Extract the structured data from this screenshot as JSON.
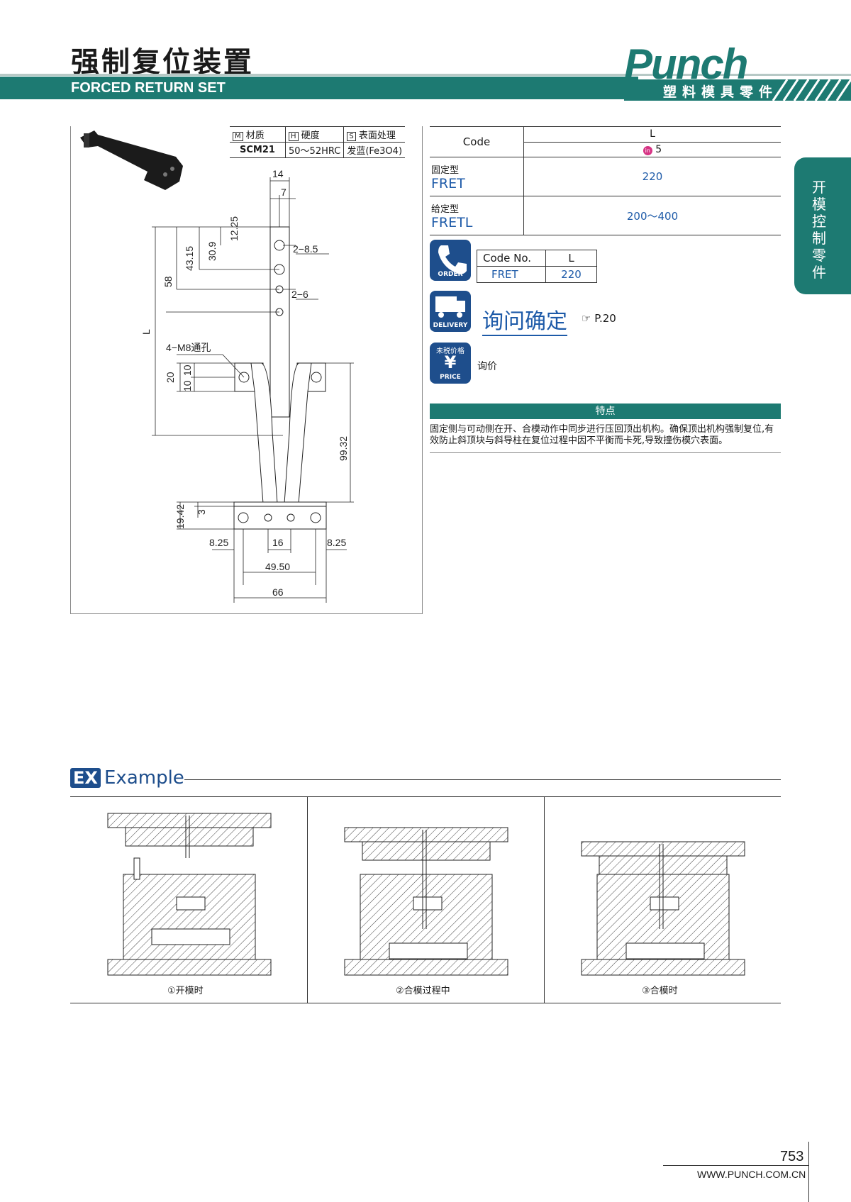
{
  "header": {
    "title_cn": "强制复位装置",
    "title_en": "FORCED RETURN SET",
    "brand": "Punch",
    "brand_sub": "塑料模具零件"
  },
  "side_tab": "开模控制零件",
  "material": {
    "headers": [
      "材质",
      "硬度",
      "表面处理"
    ],
    "values": [
      "SCM21",
      "50～52HRC",
      "发蓝(Fe3O4)"
    ]
  },
  "drawing": {
    "dims": [
      "14",
      "7",
      "2−8.5",
      "2−6",
      "58",
      "43.15",
      "30.9",
      "12.25",
      "L",
      "4−M8通孔",
      "20",
      "10",
      "10",
      "99.32",
      "19.42",
      "3",
      "8.25",
      "16",
      "8.25",
      "49.50",
      "66"
    ]
  },
  "spec": {
    "code_header": "Code",
    "l_header": "L",
    "l_unit_note": "5",
    "rows": [
      {
        "type": "固定型",
        "code": "FRET",
        "l": "220"
      },
      {
        "type": "给定型",
        "code": "FRETL",
        "l": "200～400"
      }
    ]
  },
  "order": {
    "icon_label": "ORDER",
    "headers": [
      "Code No.",
      "L"
    ],
    "values": [
      "FRET",
      "220"
    ]
  },
  "delivery": {
    "icon_label": "DELIVERY",
    "text": "询问确定",
    "ref": "P.20"
  },
  "price": {
    "icon_top": "未税价格",
    "icon_label": "PRICE",
    "text": "询价"
  },
  "features": {
    "title": "特点",
    "text": "固定侧与可动侧在开、合模动作中同步进行压回顶出机构。确保顶出机构强制复位,有效防止斜顶块与斜导柱在复位过程中因不平衡而卡死,导致撞伤模穴表面。"
  },
  "example": {
    "badge": "EX",
    "title": "Example",
    "captions": [
      "①开模时",
      "②合模过程中",
      "③合模时"
    ]
  },
  "footer": {
    "page": "753",
    "url": "WWW.PUNCH.COM.CN"
  }
}
